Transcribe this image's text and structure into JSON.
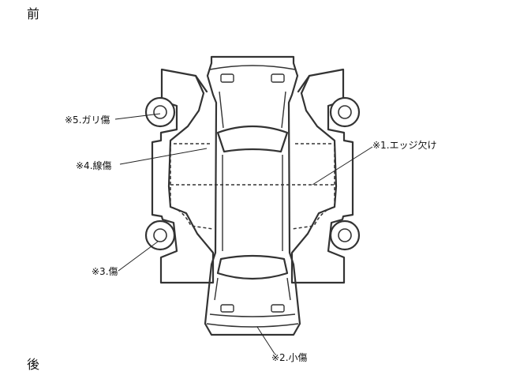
{
  "directions": {
    "front": "前",
    "rear": "後"
  },
  "legend": {
    "edge_chip": "※1.エッジ欠け",
    "small_scratch": "※2.小傷",
    "scratch": "※3.傷",
    "line_scratch": "※4.線傷",
    "scrape_scratch": "※5.ガリ傷"
  }
}
